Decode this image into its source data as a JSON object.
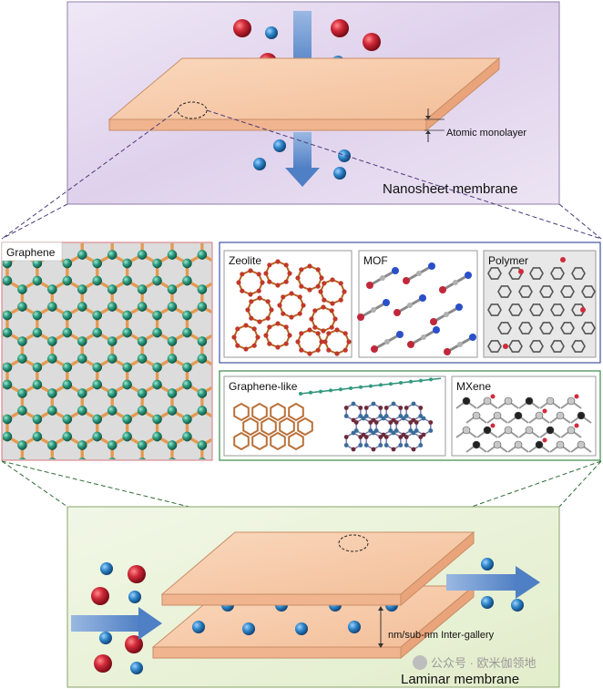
{
  "top_panel": {
    "annotation": "Atomic monolayer",
    "title": "Nanosheet membrane"
  },
  "material_panels": {
    "graphene": "Graphene",
    "zeolite": "Zeolite",
    "mof": "MOF",
    "polymer": "Polymer",
    "graphene_like": "Graphene-like",
    "mxene": "MXene"
  },
  "bottom_panel": {
    "annotation": "nm/sub-nm Inter-gallery",
    "title": "Laminar membrane"
  },
  "watermark": "公众号 · 欧米伽领地",
  "colors": {
    "top_bg": "#e6dcef",
    "bottom_bg": "#eaf2d9",
    "sheet": "#f6c7a6",
    "arrow": "#5f8fcf",
    "red_molecule": "#c8283a",
    "blue_molecule": "#2f86c9",
    "graphene_atom": "#3aa58e",
    "graphene_bond": "#e8a25a"
  }
}
